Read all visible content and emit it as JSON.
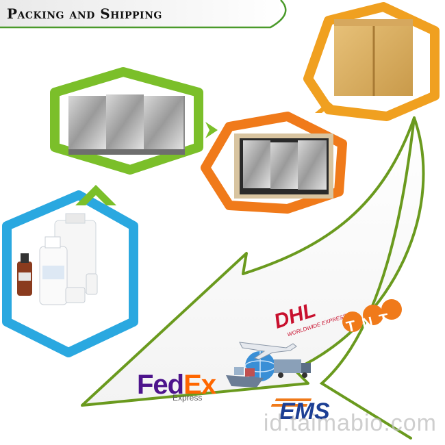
{
  "header": {
    "title": "Packing and Shipping"
  },
  "colors": {
    "blue": "#2aa8e0",
    "green": "#7bbf2a",
    "orange": "#f07a1a",
    "amber": "#f0a020",
    "arrow_green": "#6a9a1e"
  },
  "carriers": {
    "dhl": {
      "name": "DHL",
      "tagline": "WORLDWIDE EXPRESS"
    },
    "tnt": {
      "name": "TNT"
    },
    "fedex": {
      "fed": "Fed",
      "ex": "Ex",
      "service": "Express"
    },
    "ems": {
      "name": "EMS"
    }
  },
  "icons": [
    "box-icon",
    "foil-bag-icon",
    "bottle-icon",
    "airplane-icon",
    "ship-icon",
    "truck-icon",
    "globe-icon",
    "chevron-up-icon"
  ],
  "watermark": "id.taimabio.com"
}
